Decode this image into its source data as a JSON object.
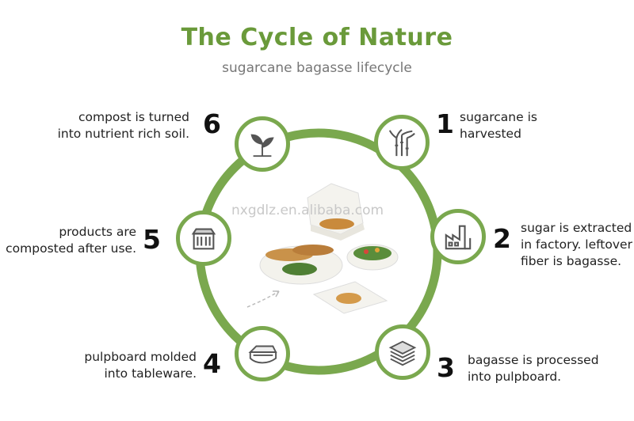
{
  "header": {
    "title": "The Cycle of Nature",
    "subtitle": "sugarcane bagasse lifecycle"
  },
  "watermark": "nxgdlz.en.alibaba.com",
  "colors": {
    "ring": "#7aa84e",
    "title": "#6a9a3a",
    "icon": "#555555"
  },
  "steps": [
    {
      "num": "1",
      "lines": [
        "sugarcane is",
        "harvested"
      ],
      "icon": "sugarcane-icon"
    },
    {
      "num": "2",
      "lines": [
        "sugar is extracted",
        "in factory. leftover",
        "fiber is bagasse."
      ],
      "icon": "factory-icon"
    },
    {
      "num": "3",
      "lines": [
        "bagasse is processed",
        "into pulpboard."
      ],
      "icon": "pulpboard-stack-icon"
    },
    {
      "num": "4",
      "lines": [
        "pulpboard molded",
        "into tableware."
      ],
      "icon": "clamshell-box-icon"
    },
    {
      "num": "5",
      "lines": [
        "products are",
        "composted after use."
      ],
      "icon": "compost-bin-icon"
    },
    {
      "num": "6",
      "lines": [
        "compost is turned",
        "into nutrient rich soil."
      ],
      "icon": "sprout-icon"
    }
  ]
}
